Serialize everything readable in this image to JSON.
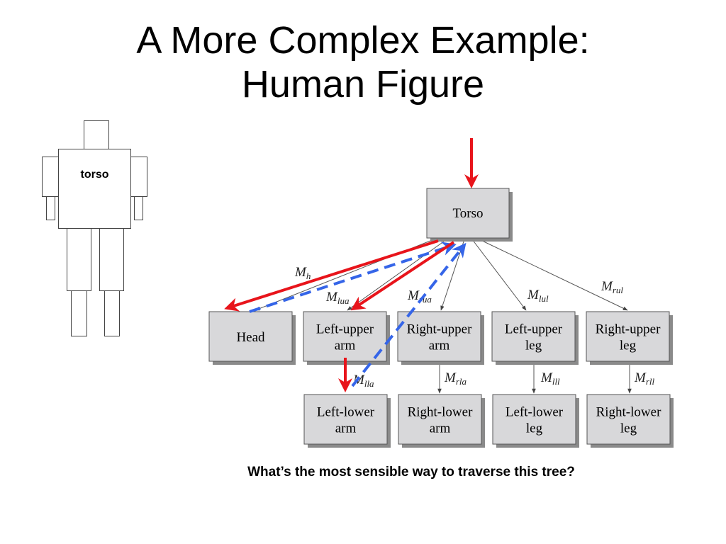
{
  "title": {
    "line1": "A More Complex Example:",
    "line2": "Human Figure"
  },
  "figure": {
    "torso_label": "torso"
  },
  "tree": {
    "root": {
      "label": "Torso"
    },
    "children": [
      {
        "id": "head",
        "lines": [
          "Head"
        ],
        "matrix": "M",
        "sub": "h"
      },
      {
        "id": "left-upper-arm",
        "lines": [
          "Left-upper",
          "arm"
        ],
        "matrix": "M",
        "sub": "lua"
      },
      {
        "id": "right-upper-arm",
        "lines": [
          "Right-upper",
          "arm"
        ],
        "matrix": "M",
        "sub": "rua"
      },
      {
        "id": "left-upper-leg",
        "lines": [
          "Left-upper",
          "leg"
        ],
        "matrix": "M",
        "sub": "lul"
      },
      {
        "id": "right-upper-leg",
        "lines": [
          "Right-upper",
          "leg"
        ],
        "matrix": "M",
        "sub": "rul"
      }
    ],
    "grandchildren": [
      {
        "id": "left-lower-arm",
        "lines": [
          "Left-lower",
          "arm"
        ],
        "matrix": "M",
        "sub": "lla"
      },
      {
        "id": "right-lower-arm",
        "lines": [
          "Right-lower",
          "arm"
        ],
        "matrix": "M",
        "sub": "rla"
      },
      {
        "id": "left-lower-leg",
        "lines": [
          "Left-lower",
          "leg"
        ],
        "matrix": "M",
        "sub": "lll"
      },
      {
        "id": "right-lower-leg",
        "lines": [
          "Right-lower",
          "leg"
        ],
        "matrix": "M",
        "sub": "rll"
      }
    ]
  },
  "colors": {
    "traversal_solid": "#e8141b",
    "traversal_dashed": "#3565e8",
    "node_fill": "#d8d8da",
    "node_shadow": "#8a8a8a"
  },
  "question": "What’s the most sensible way to traverse this tree?"
}
